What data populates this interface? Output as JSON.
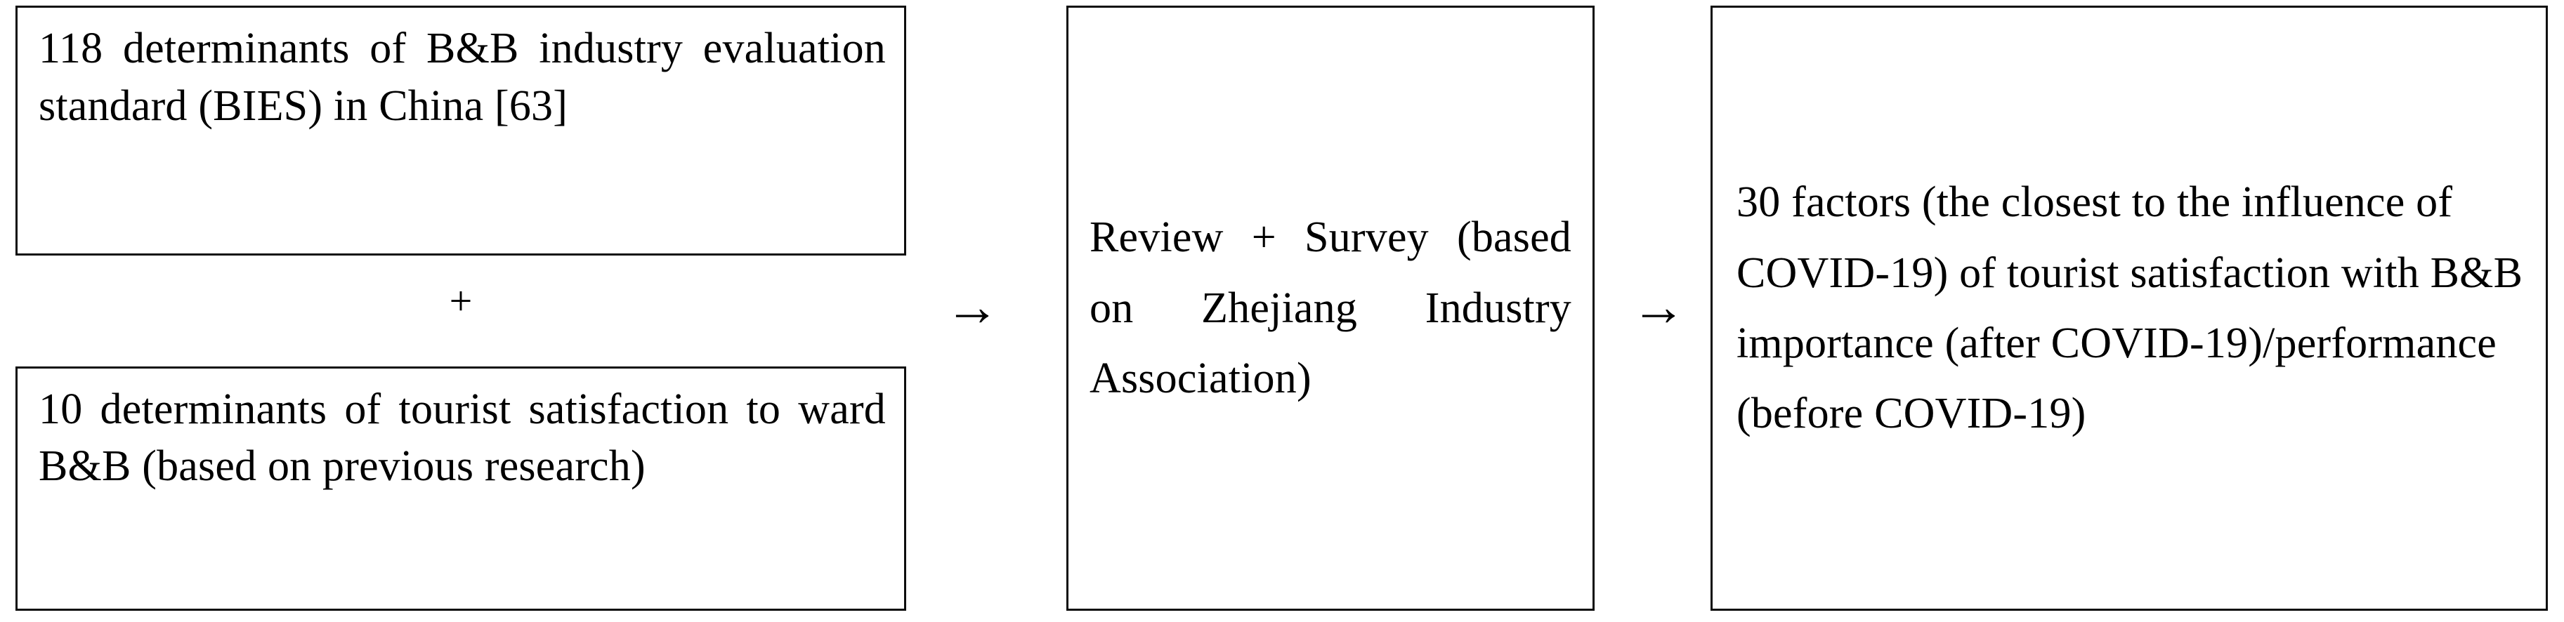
{
  "diagram": {
    "type": "process-flow",
    "nodes": [
      {
        "id": "determinants-bies",
        "text": "118 determinants of B&B industry evaluation standard (BIES) in China [63]"
      },
      {
        "id": "plus-connector",
        "text": "+"
      },
      {
        "id": "determinants-satisfaction",
        "text": "10 determinants of tourist satisfaction to ward B&B (based on previous research)"
      },
      {
        "id": "method",
        "text": "Review + Survey (based on Zhejiang Industry Association)"
      },
      {
        "id": "outcome",
        "text": "30 factors (the closest to the influence of COVID-19) of tourist satisfaction with B&B importance (after COVID-19)/performance (before COVID-19)"
      }
    ],
    "arrows": [
      {
        "id": "arrow-one",
        "glyph": "→"
      },
      {
        "id": "arrow-two",
        "glyph": "→"
      }
    ],
    "colors": {
      "border": "#0d0d0d",
      "background": "#ffffff",
      "text": "#000000"
    }
  }
}
